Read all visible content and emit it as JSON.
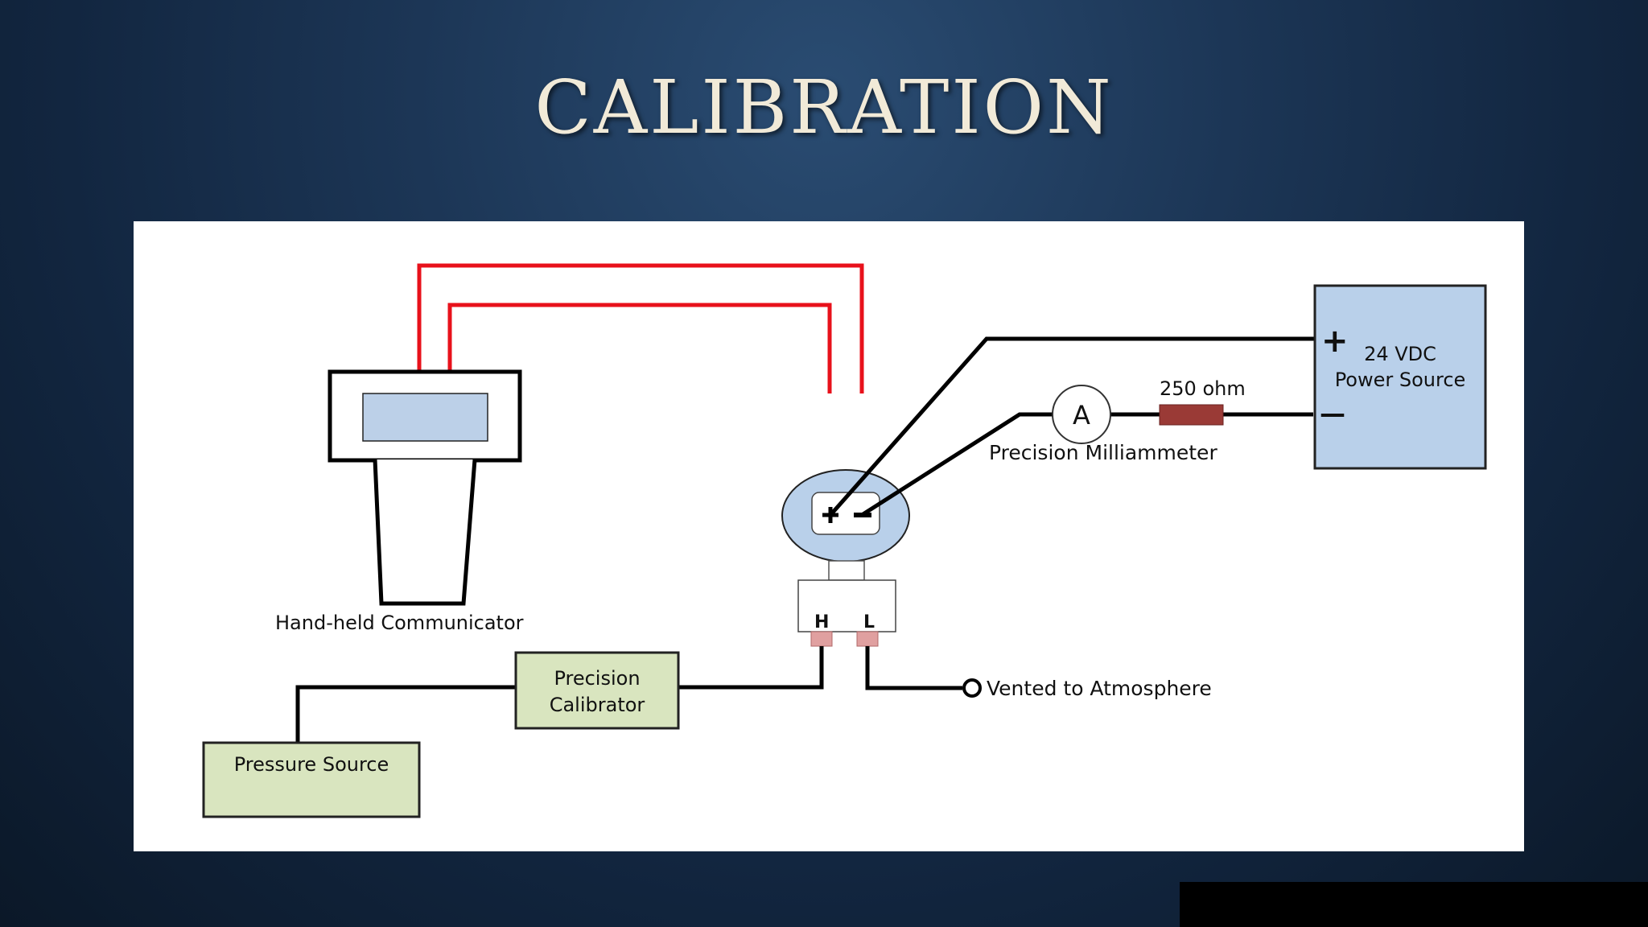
{
  "slide": {
    "title": "CALIBRATION"
  },
  "diagram": {
    "handheld_label": "Hand-held Communicator",
    "milliammeter_symbol": "A",
    "milliammeter_label": "Precision Milliammeter",
    "resistor_label": "250 ohm",
    "power_source_line1": "24 VDC",
    "power_source_line2": "Power Source",
    "plus_sign": "+",
    "minus_sign": "—",
    "port_high": "H",
    "port_low": "L",
    "vent_label": "Vented to Atmosphere",
    "calibrator_line1": "Precision",
    "calibrator_line2": "Calibrator",
    "pressure_source_label": "Pressure Source",
    "colors": {
      "signal_wire": "#e8111b",
      "screen_fill": "#bcd0e8",
      "box_green": "#d9e5bf",
      "power_fill": "#b9d0ea",
      "resistor": "#9a3a36",
      "port_fill": "#e0a0a0"
    }
  }
}
